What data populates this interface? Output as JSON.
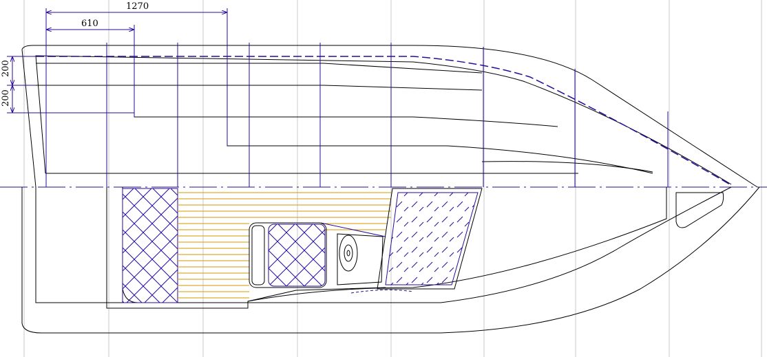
{
  "drawing": {
    "dimensions": {
      "dim_1270": "1270",
      "dim_610": "610",
      "dim_200_upper": "200",
      "dim_200_lower": "200"
    }
  }
}
